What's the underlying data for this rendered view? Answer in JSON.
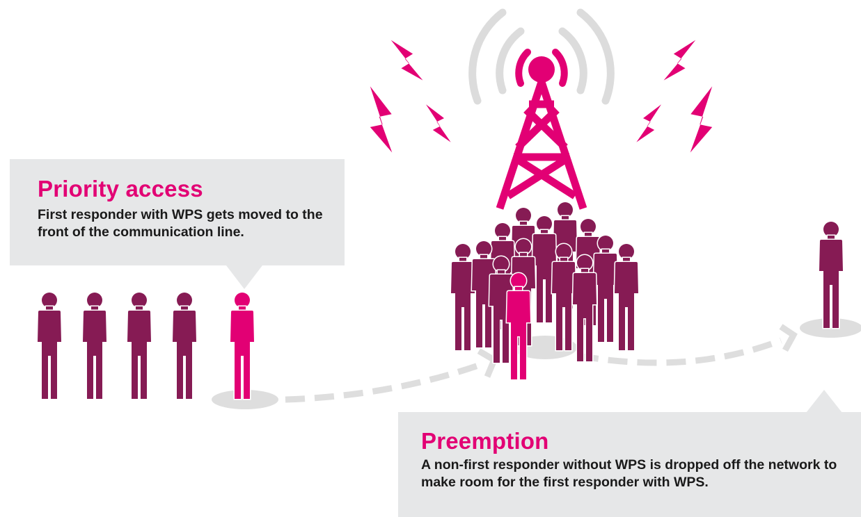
{
  "callouts": {
    "priority": {
      "title": "Priority access",
      "body": "First responder with WPS gets moved to the front of the communication line."
    },
    "preemption": {
      "title": "Preemption",
      "body": "A non-first responder without WPS is dropped off the network to make room for the first responder with WPS."
    }
  },
  "colors": {
    "magenta": "#e20074",
    "plum": "#861b54",
    "gray_light": "#e6e7e8",
    "signal_gray": "#dcdcdc",
    "shadow_gray": "#dedede"
  },
  "icons": {
    "tower": "cell-tower-icon",
    "lightning": "lightning-bolt-icon",
    "person": "person-silhouette-icon",
    "arrow": "dashed-arrow-icon"
  }
}
